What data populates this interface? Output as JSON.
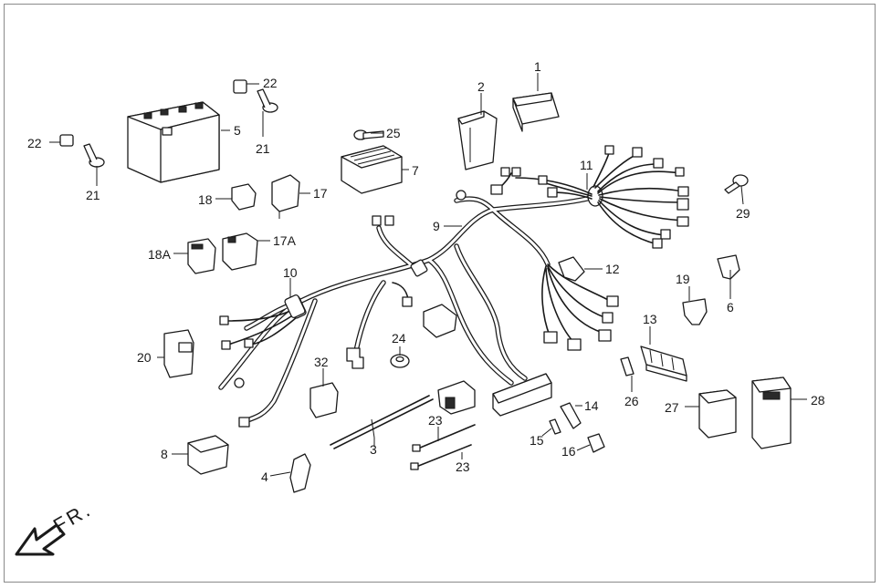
{
  "labels": {
    "p1": "1",
    "p2": "2",
    "p3": "3",
    "p4": "4",
    "p5": "5",
    "p6": "6",
    "p7": "7",
    "p8": "8",
    "p9": "9",
    "p10": "10",
    "p11": "11",
    "p12": "12",
    "p13": "13",
    "p14": "14",
    "p15": "15",
    "p16": "16",
    "p17": "17",
    "p17a": "17A",
    "p18": "18",
    "p18a": "18A",
    "p19": "19",
    "p20": "20",
    "p21a": "21",
    "p21b": "21",
    "p22a": "22",
    "p22b": "22",
    "p23a": "23",
    "p23b": "23",
    "p24": "24",
    "p25": "25",
    "p26": "26",
    "p27": "27",
    "p28": "28",
    "p29": "29",
    "p32": "32"
  },
  "direction": {
    "text": "FR."
  },
  "colors": {
    "line": "#1a1a1a",
    "frame": "#8a8a8a",
    "background": "#ffffff"
  }
}
